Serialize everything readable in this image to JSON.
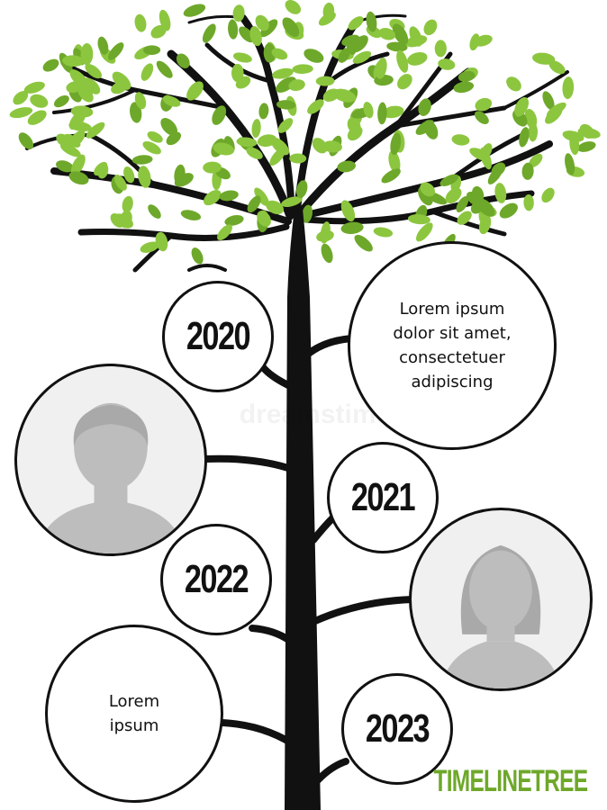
{
  "colors": {
    "trunk": "#111111",
    "leaf": "#8cc63f",
    "leaf_dark": "#6ea82a",
    "brand": "#6ea82a",
    "avatar_bg": "#f0f0f0",
    "avatar_figure": "#bdbdbd"
  },
  "years": [
    "2020",
    "2021",
    "2022",
    "2023"
  ],
  "bubbles": {
    "top_right": [
      "Lorem ipsum",
      "dolor sit amet,",
      "consectetuer",
      "adipiscing"
    ],
    "bottom_left": [
      "Lorem",
      "ipsum"
    ]
  },
  "avatars": [
    {
      "icon": "male-avatar-icon"
    },
    {
      "icon": "female-avatar-icon"
    }
  ],
  "brand": "TIMELINETREE",
  "watermark": "dreamstime"
}
